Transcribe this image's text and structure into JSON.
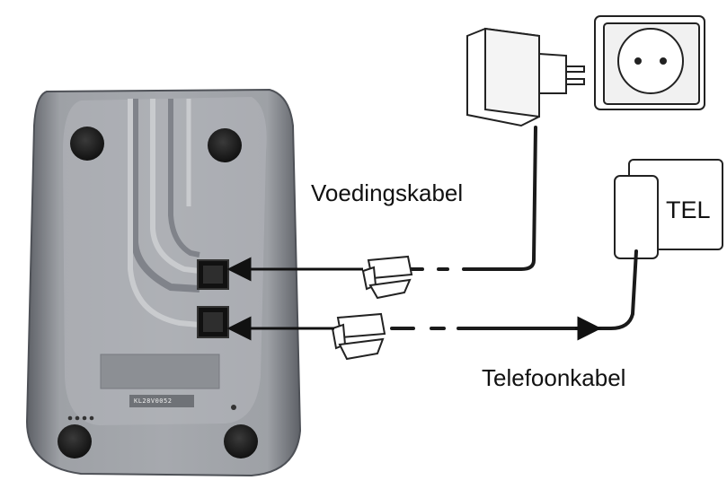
{
  "labels": {
    "power_cable": "Voedingskabel",
    "phone_cable": "Telefoonkabel",
    "tel_box": "TEL",
    "serial_sticker": "KL28V0052"
  },
  "colors": {
    "base_body": "#9a9da2",
    "base_edge": "#6d7076",
    "cable": "#1a1a1a",
    "outline": "#222222"
  }
}
